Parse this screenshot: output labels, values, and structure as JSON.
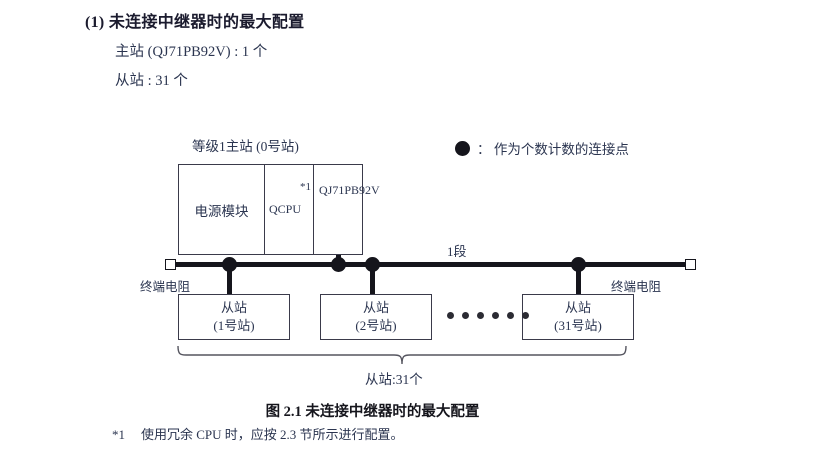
{
  "heading": {
    "section_number": "(1)",
    "title": "(1) 未连接中继器时的最大配置",
    "specs": [
      "主站 (QJ71PB92V) : 1 个",
      "从站 : 31 个"
    ]
  },
  "legend": {
    "symbol": "filled-circle",
    "text": "： 作为个数计数的连接点"
  },
  "diagram": {
    "master_rack_label": "等级1主站 (0号站)",
    "rack_cells": [
      {
        "label": "电源模块"
      },
      {
        "label": "QCPU",
        "footnote_mark": "*1"
      },
      {
        "label": "QJ71\nPB92V"
      }
    ],
    "rack_cell_power": "电源模块",
    "rack_cell_qcpu": "QCPU",
    "rack_cell_qcpu_footnote": "*1",
    "rack_cell_qj71_line1": "QJ71",
    "rack_cell_qj71_line2": "PB92V",
    "segment_label": "1段",
    "terminator_left_label": "终端电阻",
    "terminator_right_label": "终端电阻",
    "slaves": [
      {
        "name": "从站",
        "station": "(1号站)"
      },
      {
        "name": "从站",
        "station": "(2号站)"
      },
      {
        "name": "从站",
        "station": "(31号站)"
      }
    ],
    "slave_1_name": "从站",
    "slave_1_station": "(1号站)",
    "slave_2_name": "从站",
    "slave_2_station": "(2号站)",
    "slave_31_name": "从站",
    "slave_31_station": "(31号站)",
    "ellipsis_dot_count": 6,
    "brace_label": "从站:31个",
    "connection_dot_count": 4
  },
  "caption": "图 2.1  未连接中继器时的最大配置",
  "footnote": {
    "mark": "*1",
    "text": "使用冗余 CPU 时，应按 2.3 节所示进行配置。"
  },
  "colors": {
    "text": "#2b3550",
    "ink": "#15151c",
    "line": "#3a3a4a",
    "background": "#ffffff"
  }
}
